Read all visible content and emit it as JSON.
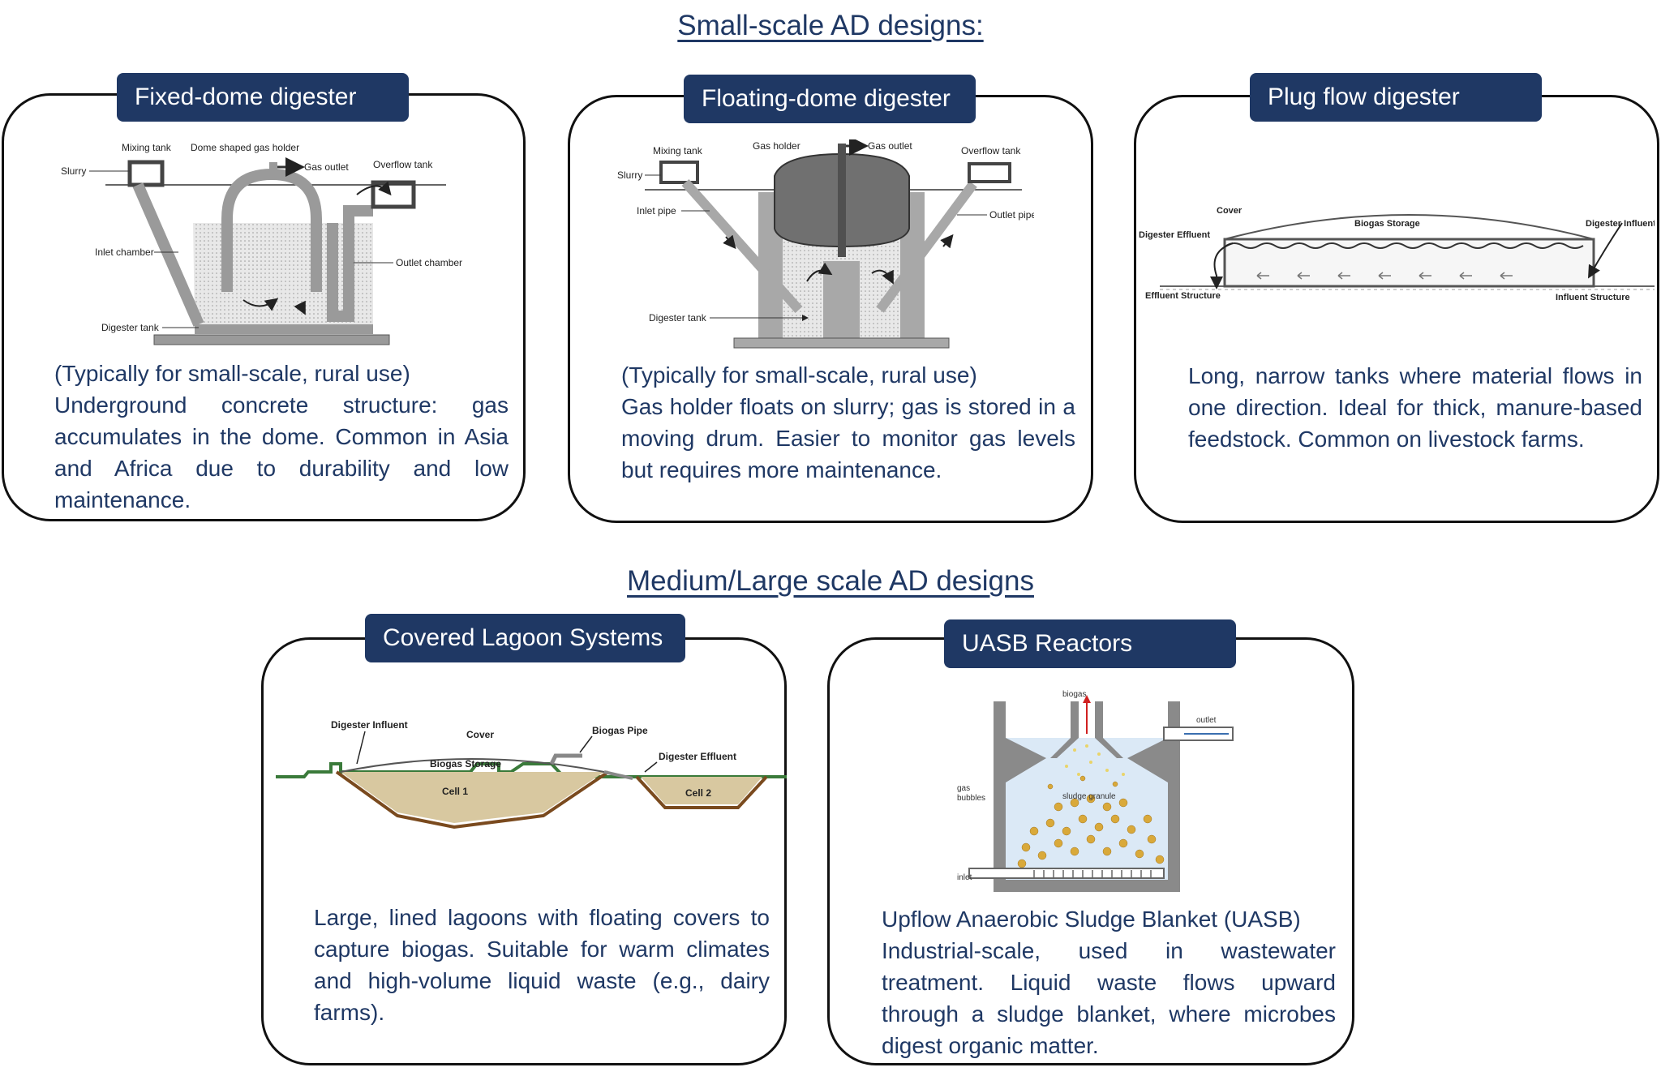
{
  "small_scale": {
    "heading": "Small-scale AD designs:",
    "cards": [
      {
        "title": "Fixed-dome digester",
        "subtitle": "(Typically for small-scale, rural use)",
        "body": "Underground concrete structure: gas accumulates in the dome. Common in Asia and Africa due to durability and low maintenance.",
        "labels": {
          "mixing_tank": "Mixing tank",
          "dome": "Dome shaped gas holder",
          "gas_outlet": "Gas outlet",
          "overflow_tank": "Overflow tank",
          "slurry": "Slurry",
          "inlet_chamber": "Inlet chamber",
          "outlet_chamber": "Outlet chamber",
          "digester_tank": "Digester tank"
        }
      },
      {
        "title": "Floating-dome digester",
        "subtitle": "(Typically for small-scale, rural use)",
        "body": "Gas holder floats on slurry; gas is stored in a moving drum. Easier to monitor gas levels but requires more maintenance.",
        "labels": {
          "mixing_tank": "Mixing tank",
          "gas_holder": "Gas holder",
          "gas_outlet": "Gas outlet",
          "overflow_tank": "Overflow tank",
          "slurry": "Slurry",
          "inlet_pipe": "Inlet pipe",
          "outlet_pipe": "Outlet pipe",
          "digester_tank": "Digester tank"
        }
      },
      {
        "title": "Plug flow digester",
        "body": "Long, narrow tanks where material flows in one direction. Ideal for thick, manure-based feedstock. Common on livestock farms.",
        "labels": {
          "cover": "Cover",
          "biogas_storage": "Biogas Storage",
          "digester_effluent": "Digester Effluent",
          "digester_influent": "Digester Influent",
          "effluent_structure": "Effluent Structure",
          "influent_structure": "Influent Structure"
        }
      }
    ]
  },
  "large_scale": {
    "heading": "Medium/Large scale AD designs",
    "cards": [
      {
        "title": "Covered Lagoon Systems",
        "body": "Large, lined lagoons with floating covers to capture biogas. Suitable for warm climates and high-volume liquid waste (e.g., dairy farms).",
        "labels": {
          "digester_influent": "Digester Influent",
          "cover": "Cover",
          "biogas_pipe": "Biogas Pipe",
          "biogas_storage": "Biogas Storage",
          "digester_effluent": "Digester Effluent",
          "cell1": "Cell 1",
          "cell2": "Cell 2"
        }
      },
      {
        "title": "UASB Reactors",
        "subtitle": "Upflow Anaerobic Sludge Blanket (UASB)",
        "body": "Industrial-scale, used in wastewater treatment. Liquid waste flows upward through a sludge blanket, where microbes digest organic matter.",
        "labels": {
          "biogas": "biogas",
          "outlet": "outlet",
          "gas_bubbles_1": "gas",
          "gas_bubbles_2": "bubbles",
          "sludge_granule": "sludge granule",
          "inlet": "inlet"
        }
      }
    ]
  },
  "colors": {
    "navy": "#1f3864",
    "card_border": "#111111",
    "concrete": "#b8b8b8",
    "gas_holder": "#707070",
    "lagoon_fill": "#d8c8a0",
    "lagoon_earth": "#7a4a1e",
    "ground_green": "#3a7a3a",
    "water": "#dbe9f6",
    "granule": "#d9a93a",
    "biogas_arrow": "#d02020"
  }
}
